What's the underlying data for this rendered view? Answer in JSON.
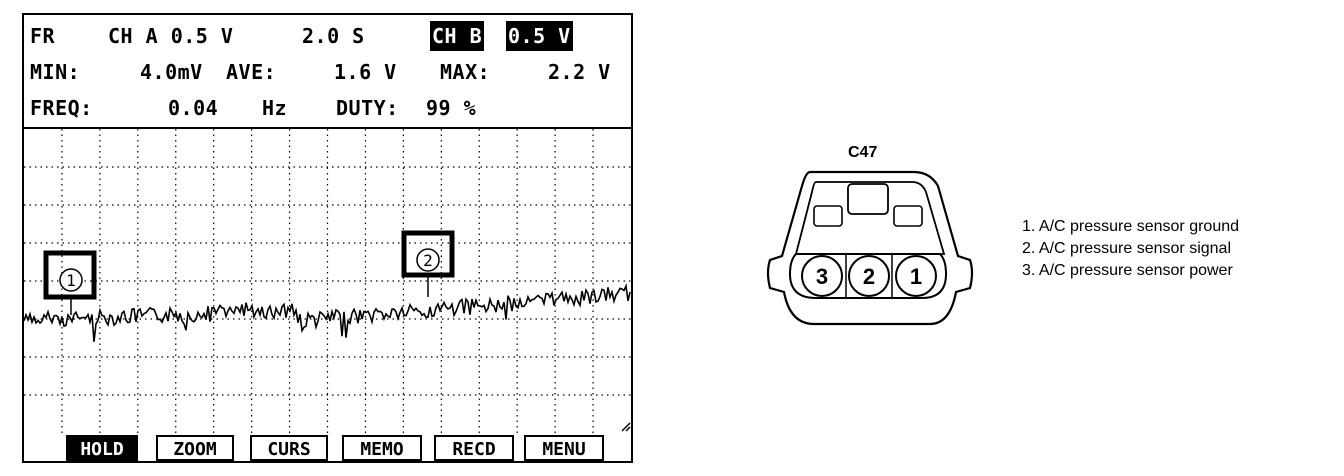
{
  "scope": {
    "row1": {
      "mode": "FR",
      "cha": "CH A 0.5 V",
      "time": "2.0 S",
      "chb": "CH B",
      "chb_value": "0.5 V"
    },
    "row2": {
      "min_label": "MIN:",
      "min_value": "4.0mV",
      "ave_label": "AVE:",
      "ave_value": "1.6 V",
      "max_label": "MAX:",
      "max_value": "2.2 V"
    },
    "row3": {
      "freq_label": "FREQ:",
      "freq_value": "0.04",
      "freq_unit": "Hz",
      "duty_label": "DUTY:",
      "duty_value": "99 %"
    },
    "markers": {
      "m1": "1",
      "m2": "2"
    },
    "softkeys": [
      "HOLD",
      "ZOOM",
      "CURS",
      "MEMO",
      "RECD",
      "MENU"
    ],
    "active_softkey": "HOLD"
  },
  "connector": {
    "label": "C47",
    "pins": [
      "3",
      "2",
      "1"
    ]
  },
  "legend": [
    "1. A/C pressure sensor ground",
    "2. A/C pressure sensor signal",
    "3. A/C pressure sensor power"
  ]
}
